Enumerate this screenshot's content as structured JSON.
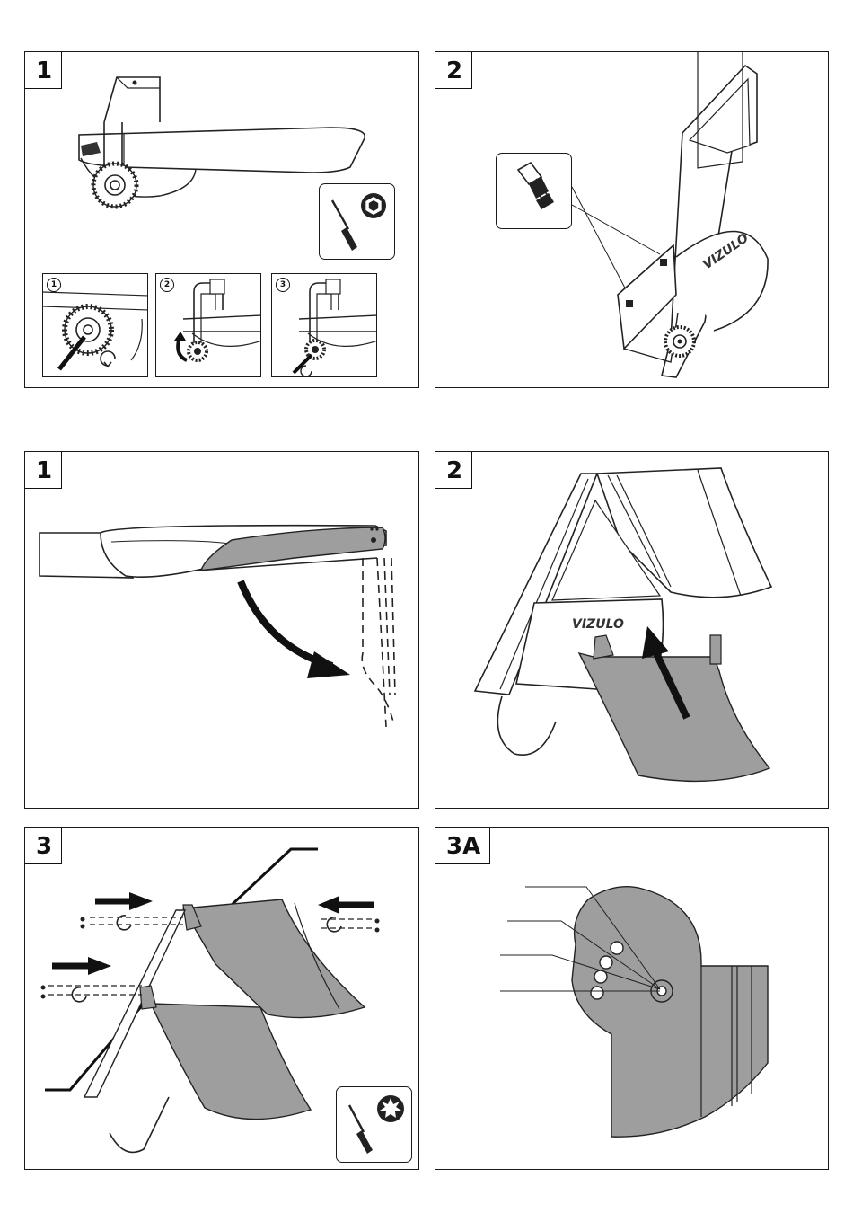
{
  "panels": [
    {
      "label": "1",
      "brand": ""
    },
    {
      "label": "2",
      "brand": "VIZULO"
    },
    {
      "label": "1",
      "brand": ""
    },
    {
      "label": "2",
      "brand": "VIZULO"
    },
    {
      "label": "3",
      "brand": ""
    },
    {
      "label": "3A",
      "brand": ""
    }
  ],
  "substeps": [
    "1",
    "2",
    "3"
  ],
  "icons": {
    "screwdriver": "screwdriver-icon",
    "hex": "hex-socket-icon",
    "torx": "torx-icon",
    "bolt": "bolt-icon"
  },
  "colors": {
    "line": "#1a1a1a",
    "shade": "#9e9e9e",
    "shade_light": "#c8c8c8",
    "bg": "#ffffff"
  }
}
